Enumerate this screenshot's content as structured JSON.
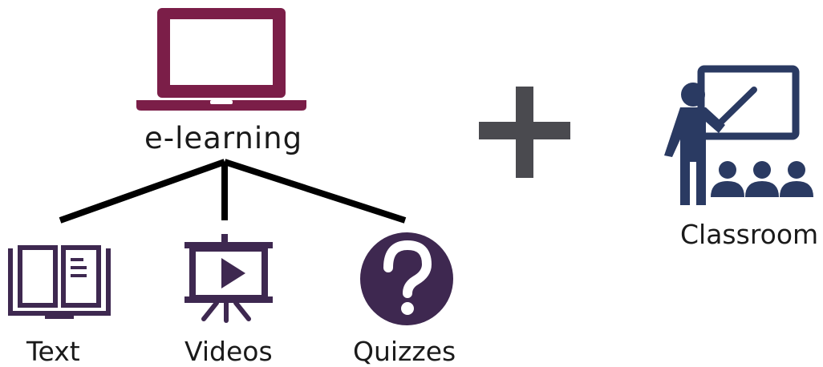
{
  "labels": {
    "elearning": "e-learning",
    "text": "Text",
    "videos": "Videos",
    "quizzes": "Quizzes",
    "classroom": "Classroom"
  },
  "icons": {
    "laptop": "laptop-icon",
    "book": "book-icon",
    "video": "presentation-video-icon",
    "quiz": "question-mark-icon",
    "plus": "plus-icon",
    "classroom": "teacher-classroom-icon"
  },
  "colors": {
    "laptop": "#7b1e48",
    "sub_icons": "#3e2850",
    "connector": "#000000",
    "plus": "#4a4a4f",
    "classroom": "#2a3a62"
  }
}
